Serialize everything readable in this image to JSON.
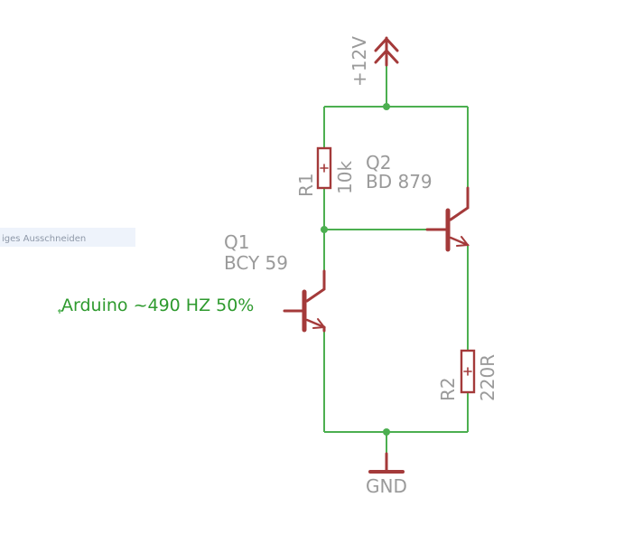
{
  "tooltip_fragment": "iges Ausschneiden",
  "components": {
    "supply": {
      "label": "+12V"
    },
    "ground": {
      "label": "GND"
    },
    "r1": {
      "name": "R1",
      "value": "10k"
    },
    "r2": {
      "name": "R2",
      "value": "220R"
    },
    "q1": {
      "name": "Q1",
      "value": "BCY 59"
    },
    "q2": {
      "name": "Q2",
      "value": "BD 879"
    }
  },
  "net_label": "Arduino ~490 HZ 50%",
  "colors": {
    "wire": "#4caf50",
    "part": "#a43a3a",
    "label": "#9a9a9a",
    "net_label": "#2e9a2e"
  }
}
